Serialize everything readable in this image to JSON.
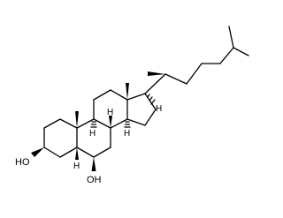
{
  "molecule": {
    "labels": {
      "oh_c3": "HO",
      "oh_c6": "OH",
      "h5": "H",
      "h8": "H",
      "h9": "H",
      "h14": "H",
      "h17": "H"
    }
  }
}
